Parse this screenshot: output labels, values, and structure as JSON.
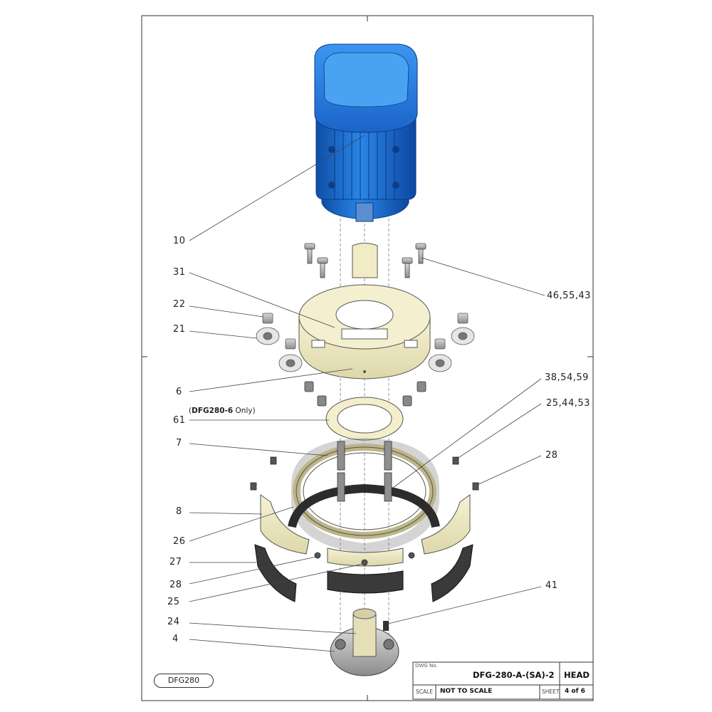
{
  "drawing": {
    "callouts": [
      {
        "id": "10",
        "text": "10"
      },
      {
        "id": "31",
        "text": "31"
      },
      {
        "id": "22",
        "text": "22"
      },
      {
        "id": "21",
        "text": "21"
      },
      {
        "id": "6",
        "text": "6"
      },
      {
        "id": "61",
        "text": "61"
      },
      {
        "id": "7",
        "text": "7"
      },
      {
        "id": "8",
        "text": "8"
      },
      {
        "id": "26",
        "text": "26"
      },
      {
        "id": "27",
        "text": "27"
      },
      {
        "id": "28a",
        "text": "28"
      },
      {
        "id": "25",
        "text": "25"
      },
      {
        "id": "24",
        "text": "24"
      },
      {
        "id": "4",
        "text": "4"
      },
      {
        "id": "465543",
        "text": "46,55,43"
      },
      {
        "id": "385459",
        "text": "38,54,59"
      },
      {
        "id": "254453",
        "text": "25,44,53"
      },
      {
        "id": "28b",
        "text": "28"
      },
      {
        "id": "41",
        "text": "41"
      }
    ],
    "note": {
      "open": "(",
      "bold": "DFG280-6",
      "rest": " Only)"
    },
    "model": "DFG280",
    "motor_color": "#1f6fd1",
    "part_color": "#f1ecc6"
  },
  "title_block": {
    "dwg_no_label": "DWG No.",
    "dwg_no": "DFG-280-A-(SA)-2",
    "title": "HEAD",
    "scale_label": "SCALE",
    "scale": "NOT TO SCALE",
    "sheet_label": "SHEET",
    "sheet": "4 of 6"
  }
}
